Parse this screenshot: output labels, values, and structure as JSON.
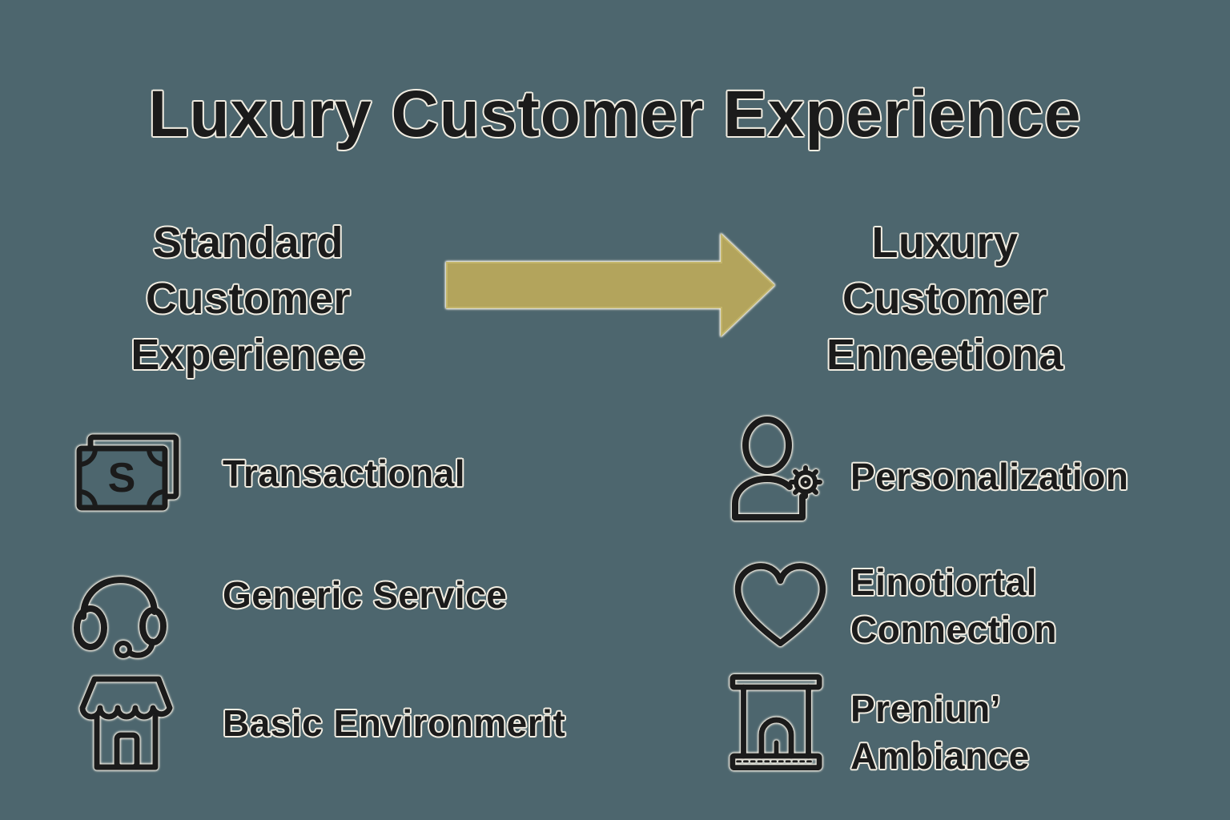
{
  "title": "Luxury Customer Experience",
  "left": {
    "heading": "Standard Customer Experienee",
    "items": [
      {
        "icon": "money-icon",
        "label": "Transactional"
      },
      {
        "icon": "headset-icon",
        "label": "Generic Service"
      },
      {
        "icon": "storefront-icon",
        "label": "Basic Environmerit"
      }
    ]
  },
  "right": {
    "heading": "Luxury Customer Enneetiona",
    "items": [
      {
        "icon": "person-gear-icon",
        "label": "Personalization"
      },
      {
        "icon": "heart-icon",
        "label": "Einotiortal Connection"
      },
      {
        "icon": "fireplace-icon",
        "label": "Preniun’ Ambiance"
      }
    ]
  },
  "icons": {
    "money_symbol": "S"
  },
  "colors": {
    "background": "#4d666e",
    "text": "#1b1b1b",
    "text_outline": "#f1ede2",
    "arrow_fill": "#b3a45c",
    "arrow_edge": "#c4b66b"
  }
}
